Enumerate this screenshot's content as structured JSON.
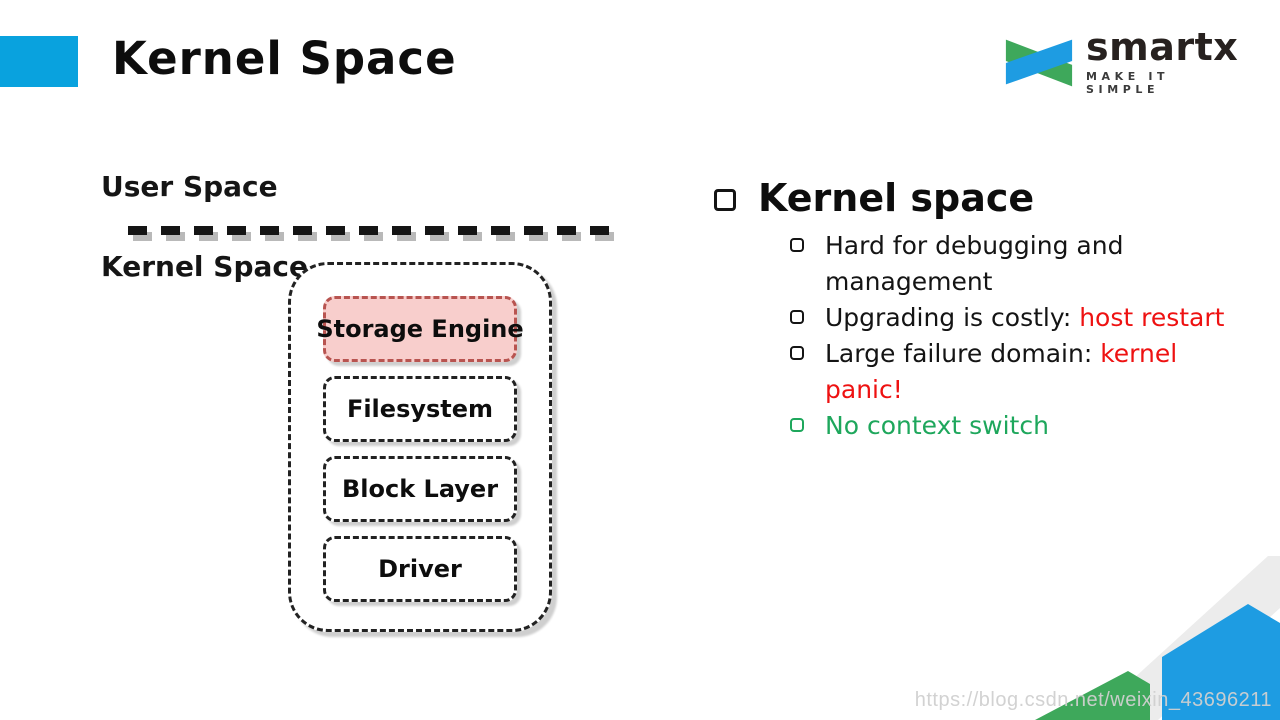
{
  "slide": {
    "title": "Kernel Space",
    "logo": {
      "name": "smartx",
      "tagline": "MAKE IT SIMPLE"
    },
    "diagram": {
      "user_space_label": "User Space",
      "kernel_space_label": "Kernel Space",
      "boxes": [
        "Storage Engine",
        "Filesystem",
        "Block Layer",
        "Driver"
      ],
      "highlight_box": "Storage Engine"
    },
    "bullets": {
      "heading": "Kernel space",
      "items": [
        {
          "lines": [
            [
              {
                "t": "Hard for debugging and",
                "c": "black"
              }
            ],
            [
              {
                "t": "management",
                "c": "black"
              }
            ]
          ]
        },
        {
          "lines": [
            [
              {
                "t": "Upgrading is costly: ",
                "c": "black"
              },
              {
                "t": "host restart",
                "c": "red"
              }
            ]
          ]
        },
        {
          "lines": [
            [
              {
                "t": "Large failure domain: ",
                "c": "black"
              },
              {
                "t": "kernel",
                "c": "red"
              }
            ],
            [
              {
                "t": "panic!",
                "c": "red"
              }
            ]
          ]
        },
        {
          "lines": [
            [
              {
                "t": "No context switch",
                "c": "green"
              }
            ]
          ],
          "bullet": "green"
        }
      ]
    },
    "watermark": "https://blog.csdn.net/weixin_43696211",
    "colors": {
      "accent_blue": "#09a2de",
      "logo_green": "#3ea85b",
      "logo_blue": "#1e9ce2",
      "text_red": "#ee1111",
      "text_green": "#1ea75c",
      "box_pink_fill": "#f8cecc",
      "box_pink_border": "#b85450",
      "corner_gray": "#ececec"
    }
  }
}
